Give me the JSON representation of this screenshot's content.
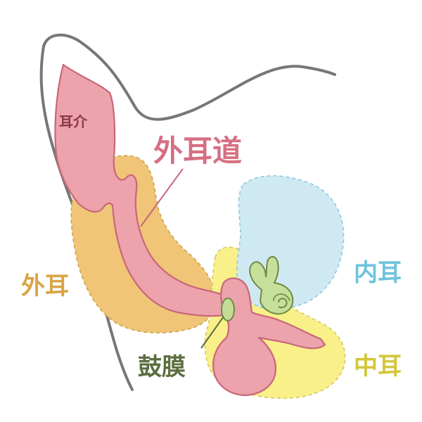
{
  "labels": {
    "auricle": "耳介",
    "ear_canal": "外耳道",
    "outer_ear": "外耳",
    "inner_ear": "内耳",
    "middle_ear": "中耳",
    "eardrum": "鼓膜"
  },
  "colors": {
    "outer_ear_region": "#f0c577",
    "inner_ear_region": "#cfe9f3",
    "middle_ear_region": "#f9f08a",
    "ear_structure": "#eca3ab",
    "ear_outline": "#c9667a",
    "eardrum": "#c3dc98",
    "cochlea": "#c6df9a",
    "head_outline": "#777777",
    "label_auricle": "#8a3a48",
    "label_ear_canal": "#d66f82",
    "label_outer_ear": "#d9a444",
    "label_inner_ear": "#6ec3db",
    "label_middle_ear": "#d2c73a",
    "label_eardrum": "#5d6e3f"
  }
}
